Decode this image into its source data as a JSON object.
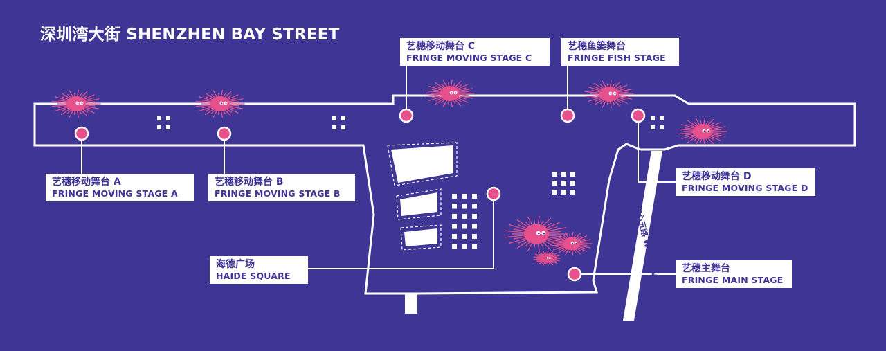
{
  "title": "深圳湾大街 SHENZHEN BAY STREET",
  "road_label": "文心五路 WENXI V 5 RD.",
  "colors": {
    "background": "#3f3594",
    "lines": "#ffffff",
    "marker": "#e6518d",
    "creature": "#e6518d"
  },
  "stages": [
    {
      "id": "stage-c",
      "zh": "艺穗移动舞台 C",
      "en": "FRINGE MOVING STAGE C"
    },
    {
      "id": "fish-stage",
      "zh": "艺穗鱼篓舞台",
      "en": "FRINGE FISH STAGE"
    },
    {
      "id": "stage-a",
      "zh": "艺穗移动舞台 A",
      "en": "FRINGE MOVING STAGE A"
    },
    {
      "id": "stage-b",
      "zh": "艺穗移动舞台 B",
      "en": "FRINGE MOVING STAGE B"
    },
    {
      "id": "stage-d",
      "zh": "艺穗移动舞台 D",
      "en": "FRINGE MOVING STAGE D"
    },
    {
      "id": "haide-square",
      "zh": "海德广场",
      "en": "HAIDE SQUARE"
    },
    {
      "id": "main-stage",
      "zh": "艺穗主舞台",
      "en": "FRINGE MAIN STAGE"
    }
  ]
}
